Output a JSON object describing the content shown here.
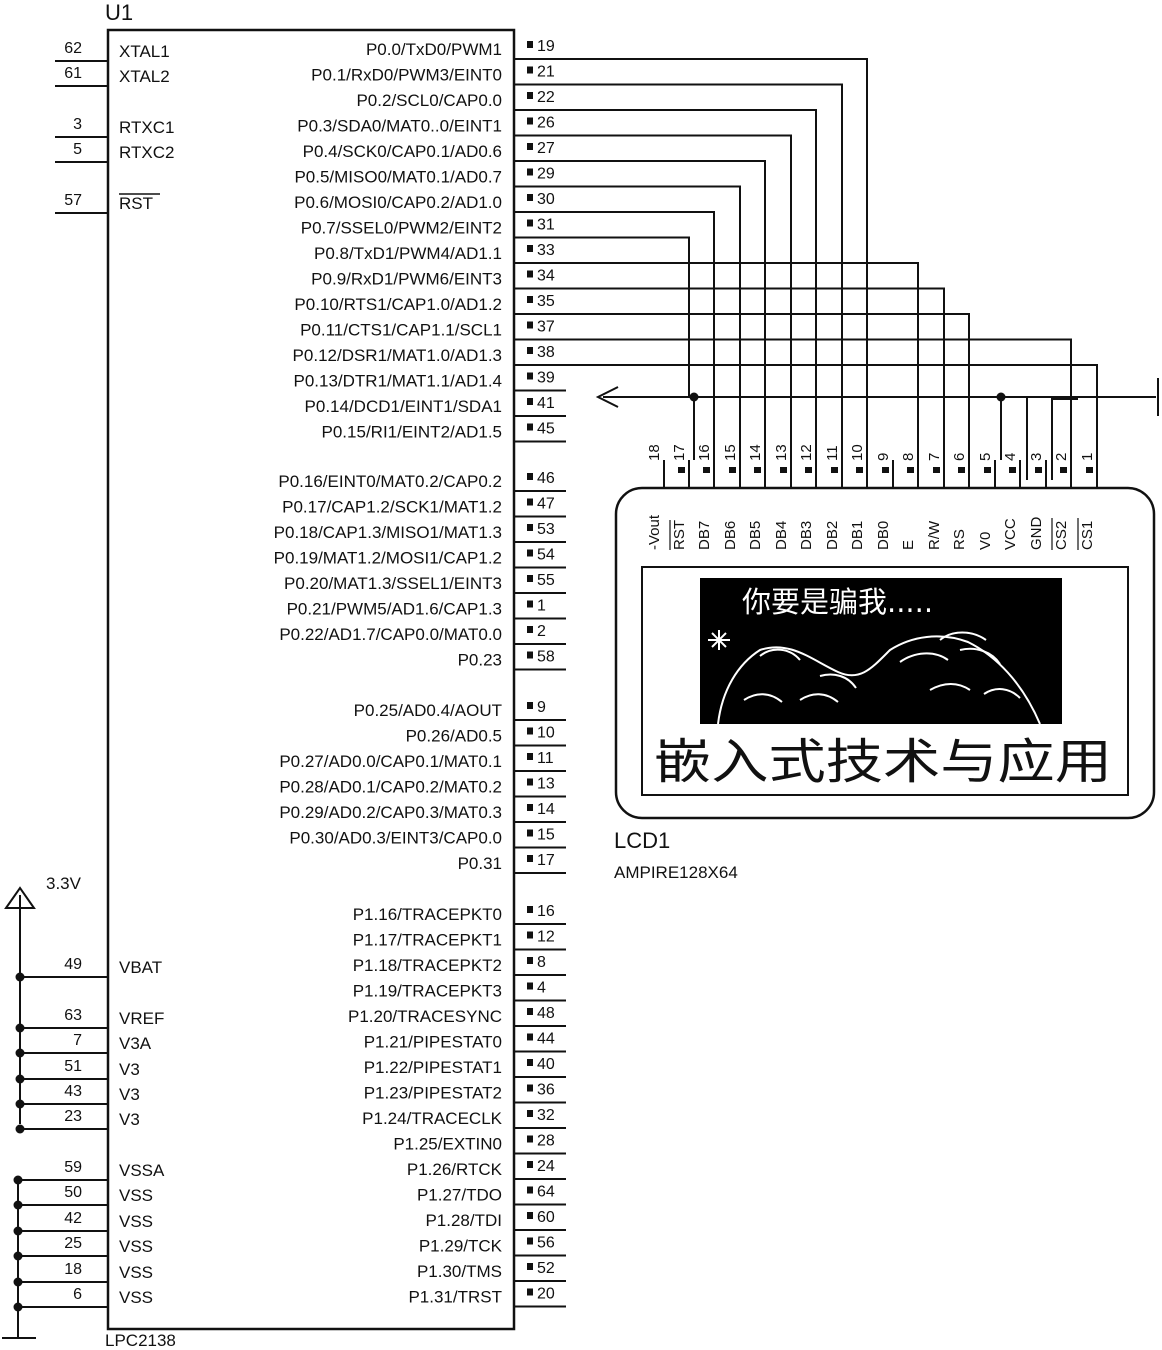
{
  "u1": {
    "designator": "U1",
    "part": "LPC2138",
    "left_pins": [
      {
        "num": "62",
        "name": "XTAL1"
      },
      {
        "num": "61",
        "name": "XTAL2"
      },
      {
        "num": "3",
        "name": "RTXC1"
      },
      {
        "num": "5",
        "name": "RTXC2"
      },
      {
        "num": "57",
        "name": "RST"
      },
      {
        "num": "49",
        "name": "VBAT"
      },
      {
        "num": "63",
        "name": "VREF"
      },
      {
        "num": "7",
        "name": "V3A"
      },
      {
        "num": "51",
        "name": "V3"
      },
      {
        "num": "43",
        "name": "V3"
      },
      {
        "num": "23",
        "name": "V3"
      },
      {
        "num": "59",
        "name": "VSSA"
      },
      {
        "num": "50",
        "name": "VSS"
      },
      {
        "num": "42",
        "name": "VSS"
      },
      {
        "num": "25",
        "name": "VSS"
      },
      {
        "num": "18",
        "name": "VSS"
      },
      {
        "num": "6",
        "name": "VSS"
      }
    ],
    "right_pins": [
      {
        "num": "19",
        "name": "P0.0/TxD0/PWM1"
      },
      {
        "num": "21",
        "name": "P0.1/RxD0/PWM3/EINT0"
      },
      {
        "num": "22",
        "name": "P0.2/SCL0/CAP0.0"
      },
      {
        "num": "26",
        "name": "P0.3/SDA0/MAT0..0/EINT1"
      },
      {
        "num": "27",
        "name": "P0.4/SCK0/CAP0.1/AD0.6"
      },
      {
        "num": "29",
        "name": "P0.5/MISO0/MAT0.1/AD0.7"
      },
      {
        "num": "30",
        "name": "P0.6/MOSI0/CAP0.2/AD1.0"
      },
      {
        "num": "31",
        "name": "P0.7/SSEL0/PWM2/EINT2"
      },
      {
        "num": "33",
        "name": "P0.8/TxD1/PWM4/AD1.1"
      },
      {
        "num": "34",
        "name": "P0.9/RxD1/PWM6/EINT3"
      },
      {
        "num": "35",
        "name": "P0.10/RTS1/CAP1.0/AD1.2"
      },
      {
        "num": "37",
        "name": "P0.11/CTS1/CAP1.1/SCL1"
      },
      {
        "num": "38",
        "name": "P0.12/DSR1/MAT1.0/AD1.3"
      },
      {
        "num": "39",
        "name": "P0.13/DTR1/MAT1.1/AD1.4"
      },
      {
        "num": "41",
        "name": "P0.14/DCD1/EINT1/SDA1"
      },
      {
        "num": "45",
        "name": "P0.15/RI1/EINT2/AD1.5"
      },
      {
        "num": "46",
        "name": "P0.16/EINT0/MAT0.2/CAP0.2"
      },
      {
        "num": "47",
        "name": "P0.17/CAP1.2/SCK1/MAT1.2"
      },
      {
        "num": "53",
        "name": "P0.18/CAP1.3/MISO1/MAT1.3"
      },
      {
        "num": "54",
        "name": "P0.19/MAT1.2/MOSI1/CAP1.2"
      },
      {
        "num": "55",
        "name": "P0.20/MAT1.3/SSEL1/EINT3"
      },
      {
        "num": "1",
        "name": "P0.21/PWM5/AD1.6/CAP1.3"
      },
      {
        "num": "2",
        "name": "P0.22/AD1.7/CAP0.0/MAT0.0"
      },
      {
        "num": "58",
        "name": "P0.23"
      },
      {
        "num": "9",
        "name": "P0.25/AD0.4/AOUT"
      },
      {
        "num": "10",
        "name": "P0.26/AD0.5"
      },
      {
        "num": "11",
        "name": "P0.27/AD0.0/CAP0.1/MAT0.1"
      },
      {
        "num": "13",
        "name": "P0.28/AD0.1/CAP0.2/MAT0.2"
      },
      {
        "num": "14",
        "name": "P0.29/AD0.2/CAP0.3/MAT0.3"
      },
      {
        "num": "15",
        "name": "P0.30/AD0.3/EINT3/CAP0.0"
      },
      {
        "num": "17",
        "name": "P0.31"
      },
      {
        "num": "16",
        "name": "P1.16/TRACEPKT0"
      },
      {
        "num": "12",
        "name": "P1.17/TRACEPKT1"
      },
      {
        "num": "8",
        "name": "P1.18/TRACEPKT2"
      },
      {
        "num": "4",
        "name": "P1.19/TRACEPKT3"
      },
      {
        "num": "48",
        "name": "P1.20/TRACESYNC"
      },
      {
        "num": "44",
        "name": "P1.21/PIPESTAT0"
      },
      {
        "num": "40",
        "name": "P1.22/PIPESTAT1"
      },
      {
        "num": "36",
        "name": "P1.23/PIPESTAT2"
      },
      {
        "num": "32",
        "name": "P1.24/TRACECLK"
      },
      {
        "num": "28",
        "name": "P1.25/EXTIN0"
      },
      {
        "num": "24",
        "name": "P1.26/RTCK"
      },
      {
        "num": "64",
        "name": "P1.27/TDO"
      },
      {
        "num": "60",
        "name": "P1.28/TDI"
      },
      {
        "num": "56",
        "name": "P1.29/TCK"
      },
      {
        "num": "52",
        "name": "P1.30/TMS"
      },
      {
        "num": "20",
        "name": "P1.31/TRST"
      }
    ]
  },
  "power": {
    "vcc_label": "3.3V"
  },
  "lcd": {
    "designator": "LCD1",
    "part": "AMPIRE128X64",
    "pins": [
      {
        "num": "18",
        "name": "-Vout"
      },
      {
        "num": "17",
        "name": "RST"
      },
      {
        "num": "16",
        "name": "DB7"
      },
      {
        "num": "15",
        "name": "DB6"
      },
      {
        "num": "14",
        "name": "DB5"
      },
      {
        "num": "13",
        "name": "DB4"
      },
      {
        "num": "12",
        "name": "DB3"
      },
      {
        "num": "11",
        "name": "DB2"
      },
      {
        "num": "10",
        "name": "DB1"
      },
      {
        "num": "9",
        "name": "DB0"
      },
      {
        "num": "8",
        "name": "E"
      },
      {
        "num": "7",
        "name": "R/W"
      },
      {
        "num": "6",
        "name": "RS"
      },
      {
        "num": "5",
        "name": "V0"
      },
      {
        "num": "4",
        "name": "VCC"
      },
      {
        "num": "3",
        "name": "GND"
      },
      {
        "num": "2",
        "name": "CS2"
      },
      {
        "num": "1",
        "name": "CS1"
      }
    ],
    "screen_top_text": "你要是骗我.....",
    "screen_bottom_text": "嵌入式技术与应用"
  }
}
